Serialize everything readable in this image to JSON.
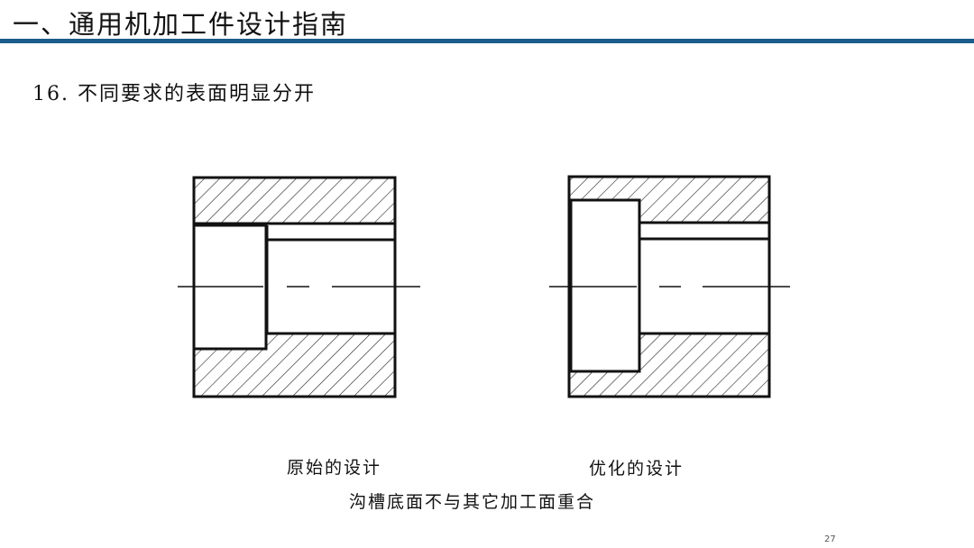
{
  "header": {
    "title": "一、通用机加工件设计指南"
  },
  "section": {
    "title": "16. 不同要求的表面明显分开"
  },
  "figures": {
    "left_caption": "原始的设计",
    "right_caption": "优化的设计",
    "main_caption": "沟槽底面不与其它加工面重合"
  },
  "footer": {
    "page_number": "27"
  },
  "colors": {
    "accent_rule": "#1b5d8a",
    "line": "#111111"
  }
}
